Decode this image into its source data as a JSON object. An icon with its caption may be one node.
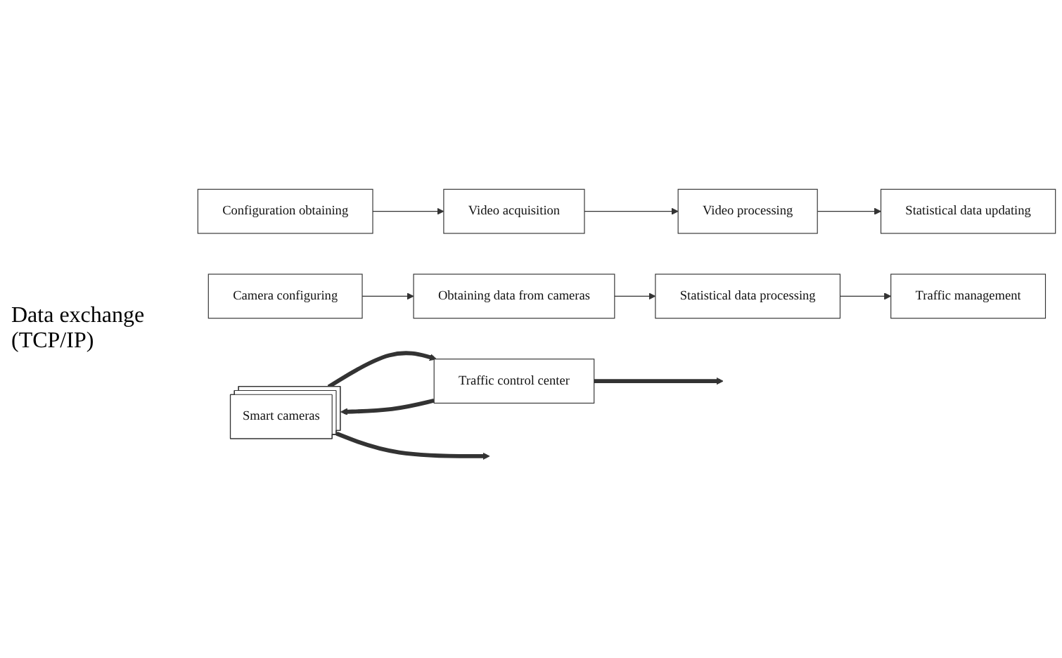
{
  "diagram": {
    "nodes": [
      {
        "text": [
          "Smart cameras"
        ]
      },
      {
        "text": [
          "Traffic control center"
        ]
      },
      {
        "text": [
          "Configuration obtaining"
        ]
      },
      {
        "text": [
          "Video acquisition"
        ]
      },
      {
        "text": [
          "Video processing"
        ]
      },
      {
        "text": [
          "Statistical data updating"
        ]
      },
      {
        "text": [
          "Camera configuring"
        ]
      },
      {
        "text": [
          "Obtaining data from cameras"
        ]
      },
      {
        "text": [
          "Statistical data processing"
        ]
      },
      {
        "text": [
          "Traffic management"
        ]
      }
    ],
    "edges": [
      {
        "from": 0,
        "to": 1,
        "arrow": "to",
        "style": "thick"
      },
      {
        "from": 1,
        "to": 0,
        "arrow": "to",
        "style": "thick"
      },
      {
        "from": 0,
        "to": null,
        "arrow": "to",
        "style": "thick"
      },
      {
        "from": 1,
        "to": null,
        "arrow": "to",
        "style": "thick"
      },
      {
        "from": 2,
        "to": 3,
        "arrow": "to"
      },
      {
        "from": 3,
        "to": 4,
        "arrow": "to"
      },
      {
        "from": 4,
        "to": 5,
        "arrow": "to"
      },
      {
        "from": 6,
        "to": 7,
        "arrow": "to"
      },
      {
        "from": 7,
        "to": 8,
        "arrow": "to"
      },
      {
        "from": 8,
        "to": 9,
        "arrow": "to"
      }
    ],
    "labels": [
      "Data exchange (TCP/IP)"
    ]
  }
}
